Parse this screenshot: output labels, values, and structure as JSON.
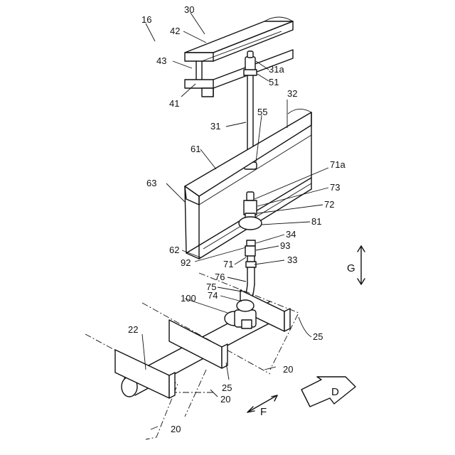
{
  "labels": {
    "l16": "16",
    "l30": "30",
    "l42": "42",
    "l43": "43",
    "l41": "41",
    "l31a": "31a",
    "l51": "51",
    "l32": "32",
    "l55": "55",
    "l31": "31",
    "l61": "61",
    "l71a": "71a",
    "l63": "63",
    "l73": "73",
    "l72": "72",
    "l81": "81",
    "l34": "34",
    "l93": "93",
    "l62": "62",
    "l92": "92",
    "l71": "71",
    "l33": "33",
    "l76": "76",
    "l75": "75",
    "l74": "74",
    "l100": "100",
    "l25a": "25",
    "l22": "22",
    "l20a": "20",
    "l25b": "25",
    "l20b": "20",
    "l20c": "20"
  },
  "directions": {
    "g": "G",
    "d": "D",
    "f": "F"
  }
}
